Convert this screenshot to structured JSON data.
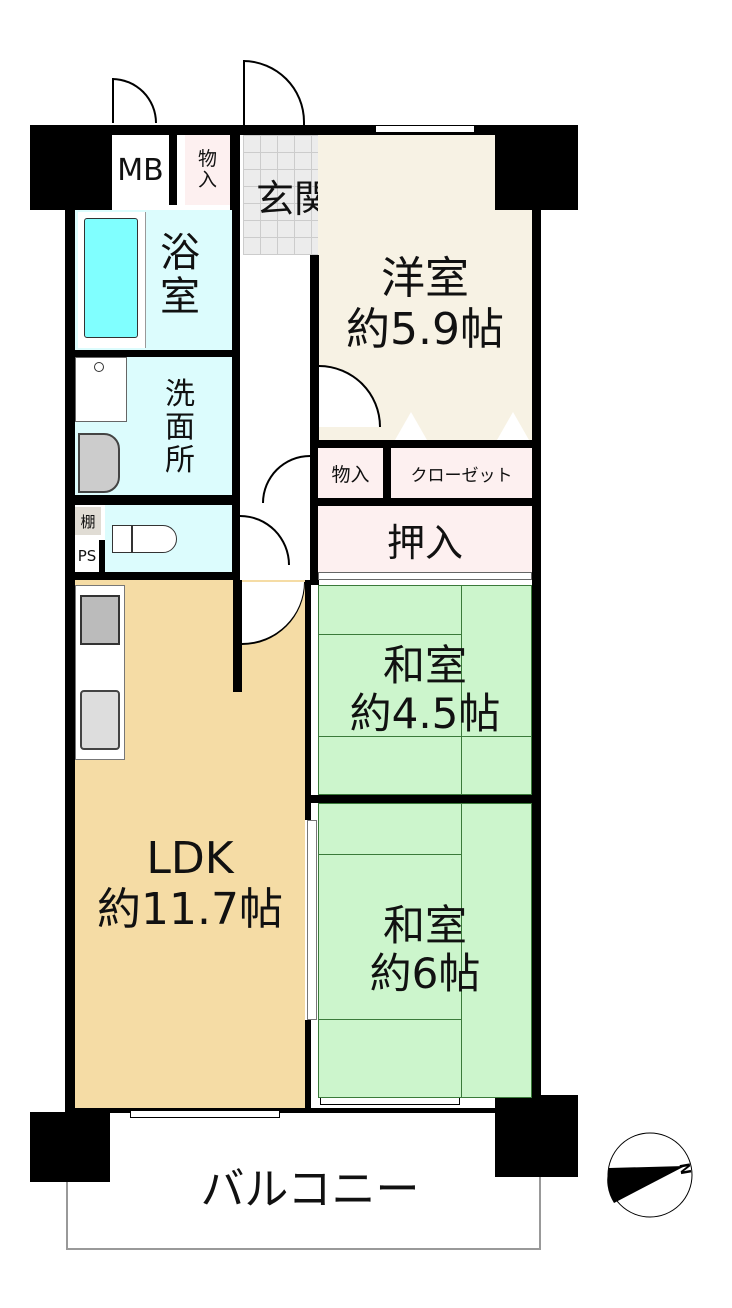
{
  "rooms": {
    "mb": "MB",
    "storage_entry": "物\n入",
    "entrance": "玄関",
    "western_room": {
      "name": "洋室",
      "size": "約5.9帖"
    },
    "bathroom": "浴\n室",
    "washroom": "洗\n面\n所",
    "shelf": "棚",
    "ps": "PS",
    "storage_small": "物入",
    "closet": "クローゼット",
    "oshiire": "押入",
    "japanese_room_1": {
      "name": "和室",
      "size": "約4.5帖"
    },
    "ldk": {
      "name": "LDK",
      "size": "約11.7帖"
    },
    "japanese_room_2": {
      "name": "和室",
      "size": "約6帖"
    },
    "balcony": "バルコニー"
  },
  "compass": {
    "label": "N"
  },
  "colors": {
    "western": "#f7f2e4",
    "wet": "#dcfcfd",
    "tub": "#80ffff",
    "storage": "#fdf0f0",
    "tatami": "#ccf5cc",
    "ldk": "#f5dca5"
  }
}
